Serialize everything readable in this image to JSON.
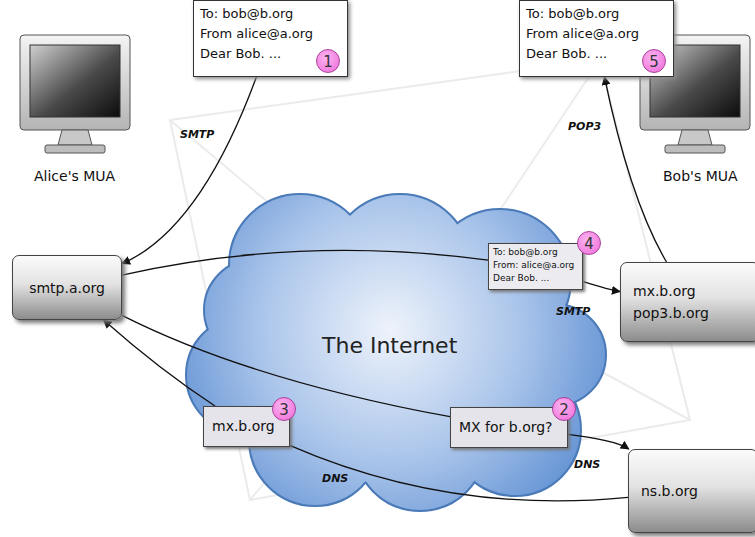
{
  "diagram": {
    "nodes": [
      {
        "text": [
          "To: bob@b.org",
          "From alice@a.org",
          "Dear Bob. ..."
        ]
      },
      {
        "text": [
          "smtp.a.org"
        ]
      },
      {
        "text": [
          "mx.b.org",
          "pop3.b.org"
        ]
      },
      {
        "text": [
          "ns.b.org"
        ]
      },
      {
        "text": [
          "To: bob@b.org",
          "From alice@a.org",
          "Dear Bob. ..."
        ]
      },
      {
        "text": [
          "To: bob@b.org",
          "From: alice@a.org",
          "Dear Bob. ..."
        ]
      },
      {
        "text": [
          "MX for b.org?"
        ]
      },
      {
        "text": [
          "mx.b.org"
        ]
      }
    ],
    "edges": [
      {
        "from": 0,
        "to": 1,
        "arrow": "to",
        "label": "SMTP"
      },
      {
        "from": 1,
        "to": 5,
        "arrow": "none"
      },
      {
        "from": 5,
        "to": 2,
        "arrow": "to",
        "label": "SMTP"
      },
      {
        "from": 1,
        "to": 6,
        "arrow": "none"
      },
      {
        "from": 6,
        "to": 3,
        "arrow": "to",
        "label": "DNS"
      },
      {
        "from": 3,
        "to": 7,
        "arrow": "none"
      },
      {
        "from": 7,
        "to": 1,
        "arrow": "to",
        "label": "DNS"
      },
      {
        "from": 2,
        "to": 4,
        "arrow": "to",
        "label": "POP3"
      }
    ],
    "labels": [
      "1",
      "2",
      "3",
      "4",
      "5",
      "Alice's MUA",
      "Bob's MUA",
      "The Internet"
    ]
  }
}
